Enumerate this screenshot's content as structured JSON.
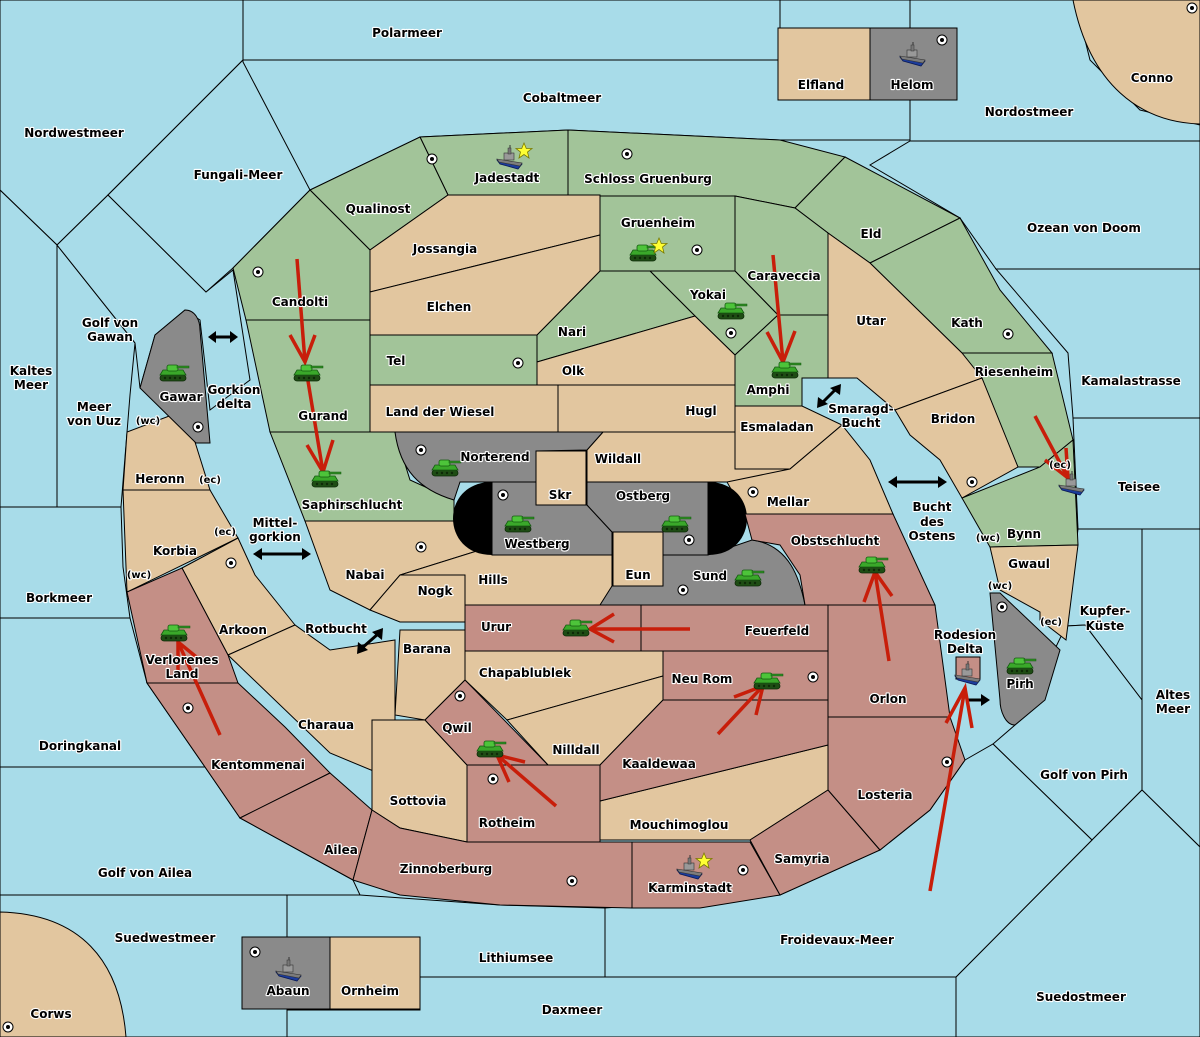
{
  "map": {
    "colors": {
      "sea": "#a8dce9",
      "neutral": "#e2c69f",
      "green_power": "#a2c499",
      "red_power": "#c48f86",
      "gray_power": "#8a8a8a",
      "order_arrow": "#c81e0a",
      "star": "#ffff33"
    },
    "seas": [
      "Polarmeer",
      "Cobaltmeer",
      "Nordwestmeer",
      "Fungali-Meer",
      "Nordostmeer",
      "Ozean von Doom",
      "Golf von Gawan",
      "Kaltes Meer",
      "Meer von Uuz",
      "Gorkion delta",
      "Kamalastrasse",
      "Smaragd-Bucht",
      "Teisee",
      "Mittel-gorkion",
      "Bucht des Ostens",
      "Borkmeer",
      "Rotbucht",
      "Kupfer-Küste",
      "Rodesion Delta",
      "Altes Meer",
      "Doringkanal",
      "Golf von Pirh",
      "Golf von Ailea",
      "Suedwestmeer",
      "Lithiumsee",
      "Froidevaux-Meer",
      "Daxmeer",
      "Suedostmeer"
    ],
    "labels": {
      "polarmeer": "Polarmeer",
      "cobaltmeer": "Cobaltmeer",
      "nordwestmeer": "Nordwestmeer",
      "fungali": "Fungali-Meer",
      "nordostmeer": "Nordostmeer",
      "ozean": "Ozean von Doom",
      "golf_gawan_1": "Golf von",
      "golf_gawan_2": "Gawan",
      "kaltes_1": "Kaltes",
      "kaltes_2": "Meer",
      "uuz_1": "Meer",
      "uuz_2": "von Uuz",
      "gorkion_1": "Gorkion",
      "gorkion_2": "delta",
      "kamala": "Kamalastrasse",
      "smaragd_1": "Smaragd-",
      "smaragd_2": "Bucht",
      "teisee": "Teisee",
      "mittel_1": "Mittel-",
      "mittel_2": "gorkion",
      "bucht_1": "Bucht",
      "bucht_2": "des",
      "bucht_3": "Ostens",
      "borkmeer": "Borkmeer",
      "rotbucht": "Rotbucht",
      "kupfer_1": "Kupfer-",
      "kupfer_2": "Küste",
      "rodesion_1": "Rodesion",
      "rodesion_2": "Delta",
      "altes_1": "Altes",
      "altes_2": "Meer",
      "doringkanal": "Doringkanal",
      "golf_pirh": "Golf von Pirh",
      "golf_ailea": "Golf von Ailea",
      "suedwest": "Suedwestmeer",
      "lithium": "Lithiumsee",
      "froidevaux": "Froidevaux-Meer",
      "daxmeer": "Daxmeer",
      "suedost": "Suedostmeer",
      "elfland": "Elfland",
      "helom": "Helom",
      "conno": "Conno",
      "corws": "Corws",
      "abaun": "Abaun",
      "ornheim": "Ornheim",
      "jadestadt": "Jadestadt",
      "schloss": "Schloss Gruenburg",
      "qualinost": "Qualinost",
      "jossangia": "Jossangia",
      "gruenheim": "Gruenheim",
      "eld": "Eld",
      "candolti": "Candolti",
      "elchen": "Elchen",
      "caraveccia": "Caraveccia",
      "yokai": "Yokai",
      "nari": "Nari",
      "utar": "Utar",
      "kath": "Kath",
      "tel": "Tel",
      "olk": "Olk",
      "amphi": "Amphi",
      "riesenheim": "Riesenheim",
      "gawar": "Gawar",
      "gurand": "Gurand",
      "land_wiesel": "Land der Wiesel",
      "hugl": "Hugl",
      "bridon": "Bridon",
      "esmaladan": "Esmaladan",
      "norterend": "Norterend",
      "wildall": "Wildall",
      "heronn": "Heronn",
      "saphir": "Saphirschlucht",
      "skr": "Skr",
      "ostberg": "Ostberg",
      "mellar": "Mellar",
      "westberg": "Westberg",
      "bynn": "Bynn",
      "obstschlucht": "Obstschlucht",
      "korbia": "Korbia",
      "nabai": "Nabai",
      "eun": "Eun",
      "sund": "Sund",
      "gwaul": "Gwaul",
      "hills": "Hills",
      "nogk": "Nogk",
      "arkoon": "Arkoon",
      "urur": "Urur",
      "feuerfeld": "Feuerfeld",
      "barana": "Barana",
      "verlorenes_1": "Verlorenes",
      "verlorenes_2": "Land",
      "chapa": "Chapablublek",
      "neurom": "Neu Rom",
      "pirh": "Pirh",
      "orlon": "Orlon",
      "charaua": "Charaua",
      "qwil": "Qwil",
      "nilldall": "Nilldall",
      "kentommenai": "Kentommenai",
      "kaaldewaa": "Kaaldewaa",
      "losteria": "Losteria",
      "sottovia": "Sottovia",
      "rotheim": "Rotheim",
      "mouchimoglou": "Mouchimoglou",
      "ailea": "Ailea",
      "zinnoberburg": "Zinnoberburg",
      "samyria": "Samyria",
      "karminstadt": "Karminstadt"
    },
    "coast_tags": {
      "wc": "(wc)",
      "ec": "(ec)"
    },
    "units": [
      {
        "type": "fleet",
        "province": "Jadestadt",
        "owner": "green"
      },
      {
        "type": "fleet",
        "province": "Helom",
        "owner": "gray"
      },
      {
        "type": "army",
        "province": "Gruenheim",
        "owner": "green"
      },
      {
        "type": "army",
        "province": "Yokai",
        "owner": "green"
      },
      {
        "type": "army",
        "province": "Amphi",
        "owner": "green"
      },
      {
        "type": "army",
        "province": "Gawar",
        "owner": "gray"
      },
      {
        "type": "army",
        "province": "Gurand",
        "owner": "green"
      },
      {
        "type": "army",
        "province": "Saphirschlucht",
        "owner": "green"
      },
      {
        "type": "army",
        "province": "Norterend",
        "owner": "gray"
      },
      {
        "type": "army",
        "province": "Westberg",
        "owner": "gray"
      },
      {
        "type": "army",
        "province": "Ostberg",
        "owner": "gray"
      },
      {
        "type": "army",
        "province": "Sund",
        "owner": "gray"
      },
      {
        "type": "army",
        "province": "Obstschlucht",
        "owner": "red"
      },
      {
        "type": "fleet",
        "province": "Bynn (ec)",
        "owner": "green"
      },
      {
        "type": "army",
        "province": "Urur",
        "owner": "red"
      },
      {
        "type": "army",
        "province": "Verlorenes Land",
        "owner": "red"
      },
      {
        "type": "army",
        "province": "Neu Rom",
        "owner": "red"
      },
      {
        "type": "army",
        "province": "Qwil",
        "owner": "red"
      },
      {
        "type": "fleet",
        "province": "Rodesion Delta",
        "owner": "red"
      },
      {
        "type": "army",
        "province": "Pirh",
        "owner": "gray"
      },
      {
        "type": "fleet",
        "province": "Karminstadt",
        "owner": "red"
      },
      {
        "type": "fleet",
        "province": "Abaun",
        "owner": "gray"
      }
    ],
    "orders": [
      {
        "from": "Candolti",
        "to": "Gurand"
      },
      {
        "from": "Gurand",
        "to": "Saphirschlucht"
      },
      {
        "from": "Caraveccia",
        "to": "Amphi"
      },
      {
        "from": "Riesenheim",
        "to": "Bynn (ec)"
      },
      {
        "from": "Orlon",
        "to": "Obstschlucht"
      },
      {
        "from": "Feuerfeld",
        "to": "Urur"
      },
      {
        "from": "Kentommenai",
        "to": "Verlorenes Land"
      },
      {
        "from": "Kaaldewaa",
        "to": "Neu Rom"
      },
      {
        "from": "Rotheim",
        "to": "Qwil"
      },
      {
        "from": "Froidevaux-Meer",
        "to": "Rodesion Delta"
      }
    ],
    "home_centers_starred": [
      "Jadestadt",
      "Gruenheim",
      "Karminstadt"
    ]
  }
}
